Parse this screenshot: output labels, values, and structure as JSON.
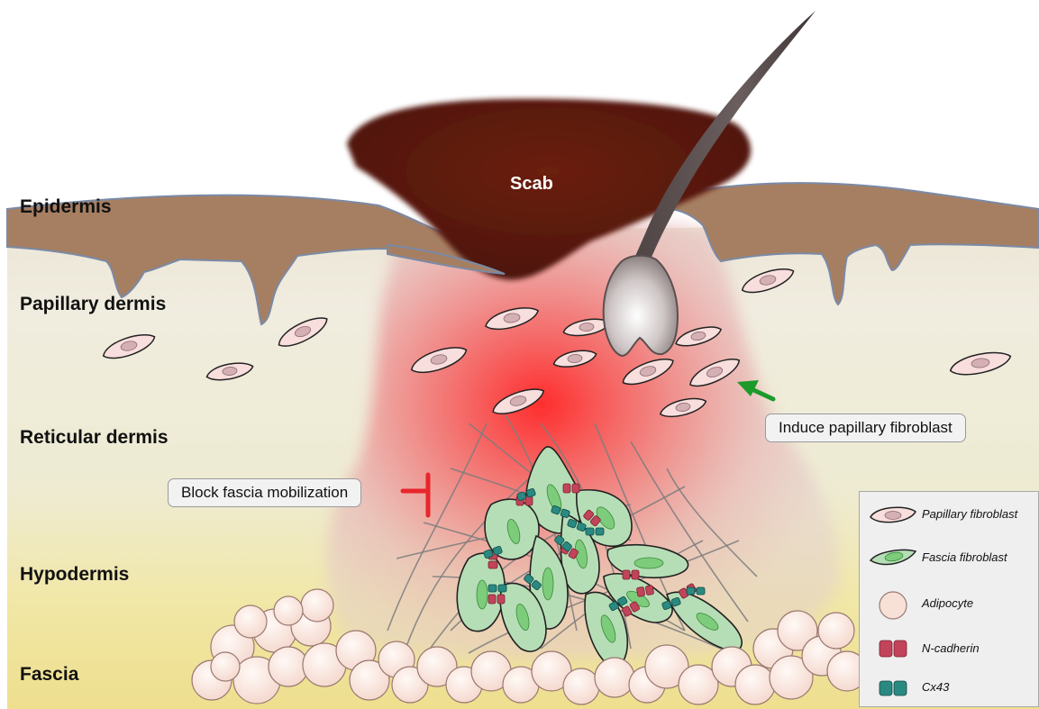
{
  "scab_label": "Scab",
  "layers": {
    "epidermis": "Epidermis",
    "papillary_dermis": "Papillary dermis",
    "reticular_dermis": "Reticular dermis",
    "hypodermis": "Hypodermis",
    "fascia": "Fascia"
  },
  "callouts": {
    "induce": "Induce papillary fibroblast",
    "block": "Block fascia mobilization"
  },
  "legend": {
    "papillary_fibroblast": "Papillary fibroblast",
    "fascia_fibroblast": "Fascia fibroblast",
    "adipocyte": "Adipocyte",
    "n_cadherin": "N-cadherin",
    "cx43": "Cx43"
  },
  "colors": {
    "epidermis": "#a67f62",
    "scab": "#5e1a0c",
    "papillary_cell": "#f8dedd",
    "fascia_cell": "#b6deb6",
    "wound_glow": "#ff3333",
    "n_cadherin": "#c2445a",
    "cx43": "#2a8a82",
    "induce_arrow": "#1c9a2a",
    "block_symbol": "#e8262b"
  },
  "icons": {
    "induce_arrow": "green-arrow-icon",
    "block_symbol": "red-inhibition-icon"
  }
}
